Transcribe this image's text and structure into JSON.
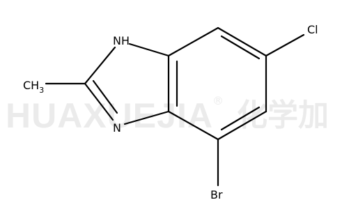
{
  "watermark": {
    "latin": "HUAXUEJIA",
    "registered": "®",
    "chinese": "化学加"
  },
  "molecule": {
    "atoms": {
      "nh": "NH",
      "n": "N",
      "ch3": {
        "main": "CH",
        "sub": "3"
      },
      "cl": "Cl",
      "br": "Br"
    }
  },
  "colors": {
    "bond": "#000000",
    "watermark": "#ebebeb"
  }
}
